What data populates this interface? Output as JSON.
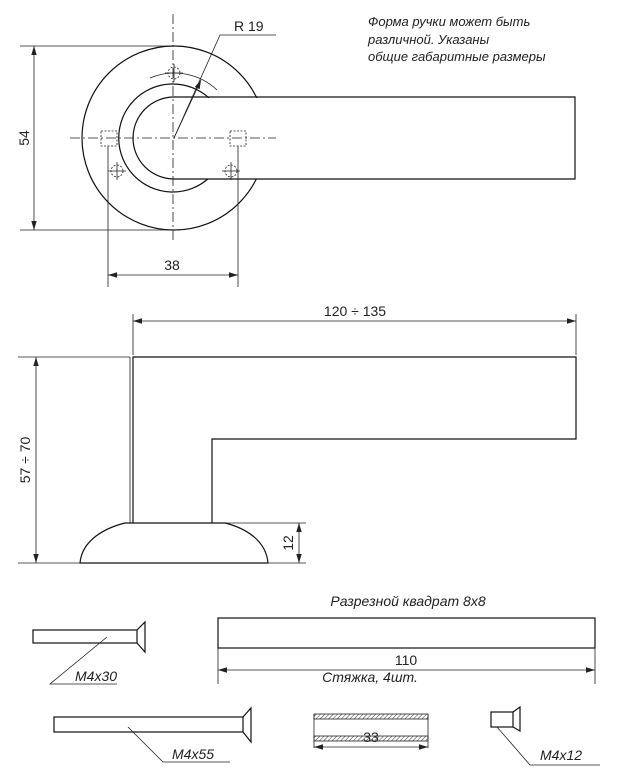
{
  "note": {
    "line1": "Форма ручки может быть",
    "line2": "различной. Указаны",
    "line3": "общие габаритные размеры"
  },
  "top_view": {
    "radius_label": "R 19",
    "diameter_dim": "54",
    "hole_spacing_dim": "38"
  },
  "side_view": {
    "length_dim": "120 ÷ 135",
    "height_dim": "57 ÷ 70",
    "rosette_height_dim": "12"
  },
  "parts": {
    "square_bar_title": "Разрезной квадрат 8x8",
    "square_bar_length": "110",
    "screw_short": "M4x30",
    "screw_long": "M4x55",
    "coupling_title": "Стяжка, 4шт.",
    "coupling_length": "33",
    "screw_small": "M4x12"
  }
}
